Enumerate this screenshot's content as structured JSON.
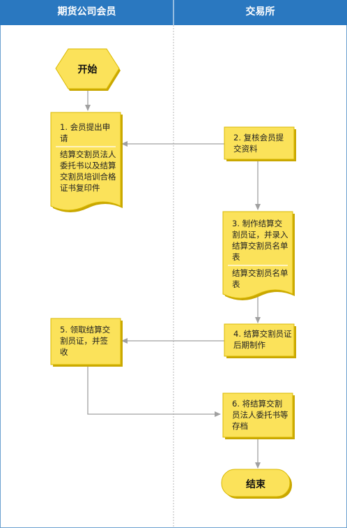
{
  "lanes": [
    {
      "title": "期货公司会员"
    },
    {
      "title": "交易所"
    }
  ],
  "start": {
    "label": "开始"
  },
  "end": {
    "label": "结束"
  },
  "steps": {
    "s1": {
      "title": "1. 会员提出申请",
      "doc": "结算交割员法人委托书以及结算交割员培训合格证书复印件"
    },
    "s2": {
      "title": "2. 复核会员提交资料"
    },
    "s3": {
      "title": "3. 制作结算交割员证，并录入结算交割员名单表",
      "doc": "结算交割员名单表"
    },
    "s4": {
      "title": "4. 结算交割员证后期制作"
    },
    "s5": {
      "title": "5. 领取结算交割员证，并签收"
    },
    "s6": {
      "title": "6. 将结算交割员法人委托书等存档"
    }
  },
  "colors": {
    "header": "#2a78c0",
    "shape_fill": "#fbe25a",
    "shape_stroke": "#d9b800",
    "shadow": "#c9a700",
    "connector": "#a0a0a0",
    "lane_divider": "#b8b8b8"
  }
}
